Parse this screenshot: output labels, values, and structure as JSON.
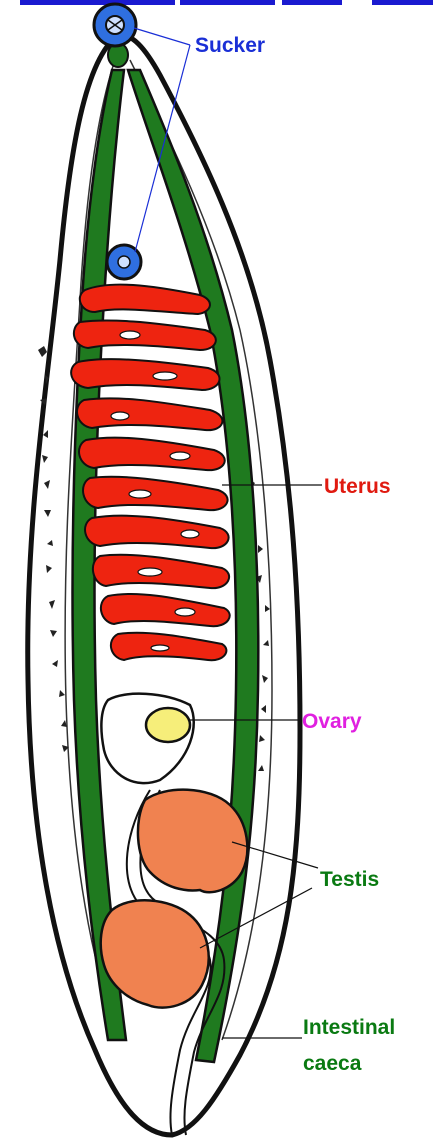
{
  "labels": {
    "sucker": "Sucker",
    "uterus": "Uterus",
    "ovary": "Ovary",
    "testis": "Testis",
    "intestinal_line1": "Intestinal",
    "intestinal_line2": "caeca"
  },
  "colors": {
    "sucker": "#1a2fd6",
    "sucker_fill": "#2f6fe0",
    "uterus": "#e01a10",
    "uterus_fill": "#ee2410",
    "ovary": "#e020e0",
    "ovary_fill": "#f6ee7a",
    "testis": "#0a7a12",
    "testis_fill": "#f08250",
    "caeca": "#1f7a1f",
    "outline": "#111111",
    "top_bar": "#1a1ad0"
  }
}
